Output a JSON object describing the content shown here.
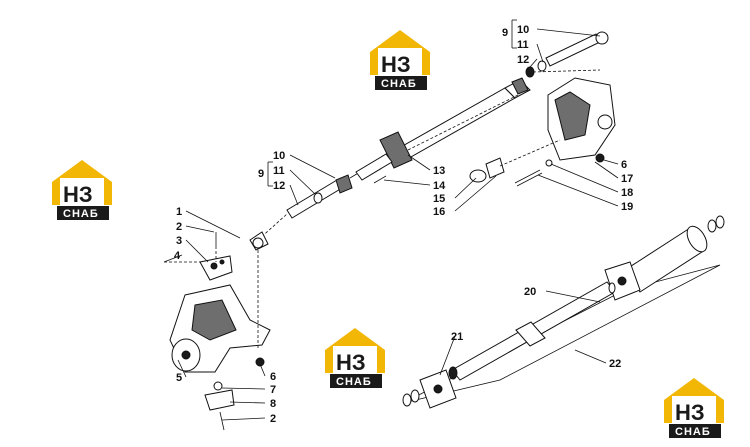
{
  "watermark": {
    "main": "НЗ",
    "sub": "СНАБ"
  },
  "labels": {
    "l1": "1",
    "l2a": "2",
    "l2b": "2",
    "l3": "3",
    "l4": "4",
    "l5": "5",
    "l6a": "6",
    "l6b": "6",
    "l7": "7",
    "l8": "8",
    "l9a": "9",
    "l10a": "10",
    "l11a": "11",
    "l12a": "12",
    "l9b": "9",
    "l10b": "10",
    "l11b": "11",
    "l12b": "12",
    "l13": "13",
    "l14": "14",
    "l15": "15",
    "l16": "16",
    "l17": "17",
    "l18": "18",
    "l19": "19",
    "l20": "20",
    "l21": "21",
    "l22": "22"
  },
  "colors": {
    "logo_accent": "#f2b705",
    "logo_dark": "#1a1a1a",
    "line": "#111111"
  }
}
